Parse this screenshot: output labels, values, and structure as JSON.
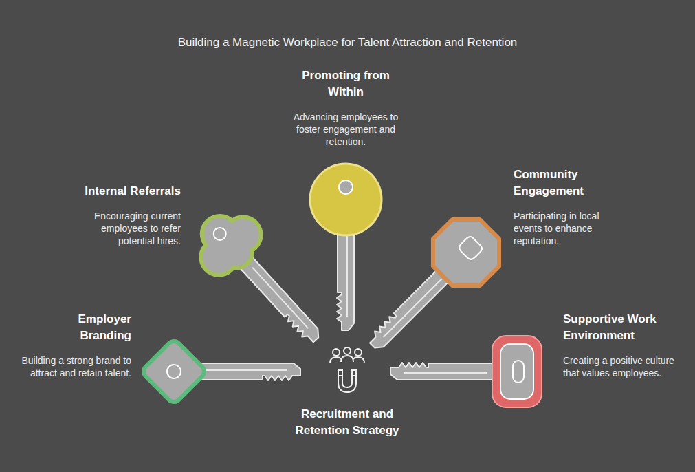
{
  "diagram": {
    "title": "Building a Magnetic Workplace for Talent Attraction and Retention",
    "nodes": [
      {
        "text": [
          "Promoting from Within",
          "Advancing employees to foster engagement and retention."
        ]
      },
      {
        "text": [
          "Internal Referrals",
          "Encouraging current employees to refer potential hires."
        ]
      },
      {
        "text": [
          "Community Engagement",
          "Participating in local events to enhance reputation."
        ]
      },
      {
        "text": [
          "Employer Branding",
          "Building a strong brand to attract and retain talent."
        ]
      },
      {
        "text": [
          "Supportive Work Environment",
          "Creating a positive culture that values employees."
        ]
      },
      {
        "text": [
          "Recruitment and Retention Strategy"
        ]
      }
    ]
  }
}
